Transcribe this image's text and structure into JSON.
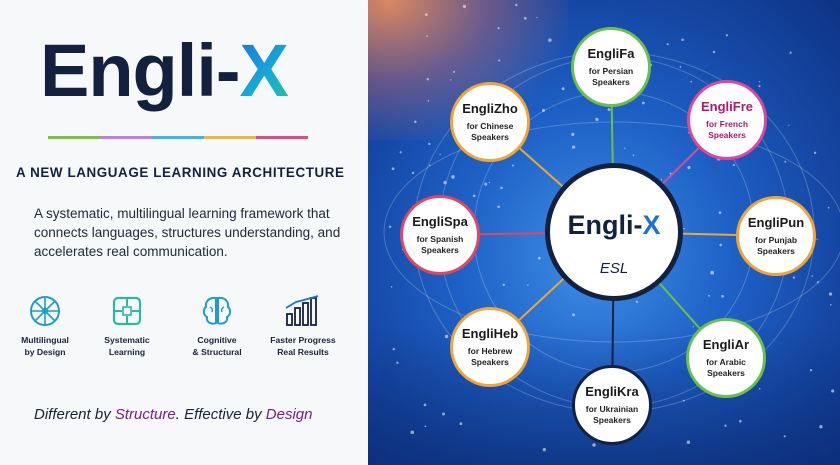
{
  "brand": {
    "name": "Engli-",
    "x": "X"
  },
  "rainbow_colors": [
    "#7cc241",
    "#c67be0",
    "#3bb6e8",
    "#f1b63c",
    "#e04a8a"
  ],
  "headline": "A NEW LANGUAGE LEARNING ARCHITECTURE",
  "description": "A systematic, multilingual learning framework that connects languages, structures understanding, and accelerates real communication.",
  "features": [
    {
      "icon": "globe-network-icon",
      "line1": "Multilingual",
      "line2": "by Design"
    },
    {
      "icon": "framework-box-icon",
      "line1": "Systematic",
      "line2": "Learning"
    },
    {
      "icon": "brain-icon",
      "line1": "Cognitive",
      "line2": "& Structural"
    },
    {
      "icon": "progress-chart-icon",
      "line1": "Faster Progress",
      "line2": "Real Results"
    }
  ],
  "tagline": {
    "part1": "Different by ",
    "word1": "Structure",
    "part2": ". Effective by ",
    "word2": "Design"
  },
  "center": {
    "name": "Engli-",
    "x": "X",
    "sub": "ESL"
  },
  "nodes": [
    {
      "name": "EngliFa",
      "sub1": "for Persian",
      "sub2": "Speakers",
      "color": "#6cc04a"
    },
    {
      "name": "EngliFre",
      "sub1": "for French",
      "sub2": "Speakers",
      "color": "#e0479a",
      "name_color": "#b5166f",
      "sub_color": "#b5166f"
    },
    {
      "name": "EngliPun",
      "sub1": "for Punjab",
      "sub2": "Speakers",
      "color": "#f0a634"
    },
    {
      "name": "EngliAr",
      "sub1": "for Arabic",
      "sub2": "Speakers",
      "color": "#6cc04a"
    },
    {
      "name": "EngliKra",
      "sub1": "for Ukrainian",
      "sub2": "Speakers",
      "color": "#13213f"
    },
    {
      "name": "EngliHeb",
      "sub1": "for Hebrew",
      "sub2": "Speakers",
      "color": "#f0a634"
    },
    {
      "name": "EngliSpa",
      "sub1": "for Spanish",
      "sub2": "Speakers",
      "color": "#e0475f"
    },
    {
      "name": "EngliZho",
      "sub1": "for Chinese",
      "sub2": "Speakers",
      "color": "#f0a634"
    }
  ],
  "colors": {
    "navy": "#13213f",
    "accent_purple": "#7a1a8e",
    "accent_blue": "#1d73d4"
  }
}
